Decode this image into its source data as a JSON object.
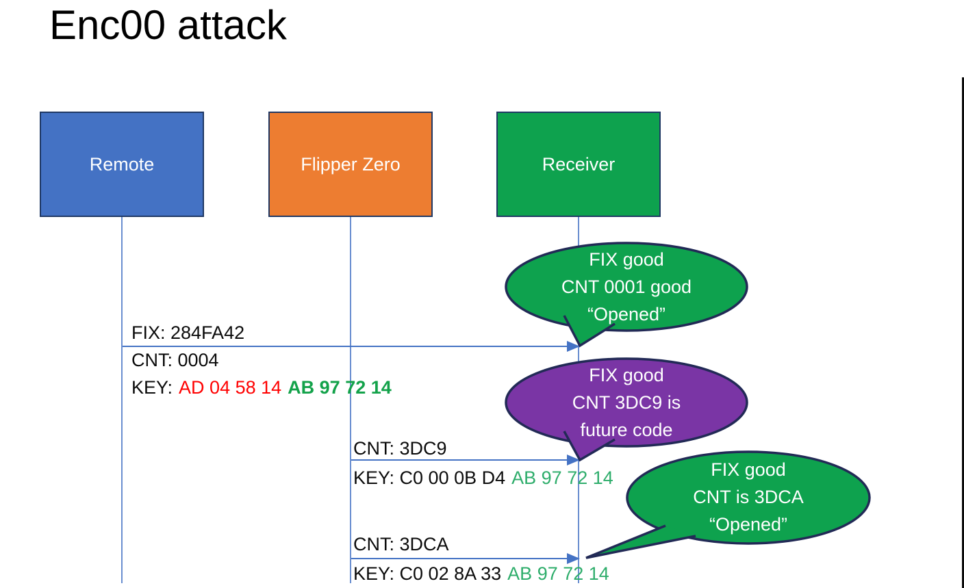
{
  "title": "Enc00 attack",
  "colors": {
    "blue": "#4472C4",
    "orange": "#ED7D31",
    "green": "#0EA24E",
    "purple": "#7A35A5",
    "navy": "#1F3864",
    "bubble_border": "#222A56",
    "arrow_blue": "#4472C4",
    "red": "#FF0000",
    "key_green_bold": "#13A24A",
    "key_green": "#2EAD6B",
    "edge_line": "#0B0B0B",
    "text_black": "#0B0B0B",
    "text_white": "#FFFFFF"
  },
  "actors": [
    {
      "label": "Remote"
    },
    {
      "label": "Flipper Zero"
    },
    {
      "label": "Receiver"
    }
  ],
  "messages": [
    {
      "fix": "FIX: 284FA42",
      "cnt": "CNT: 0004",
      "key_label": "KEY:",
      "key_red": "AD 04 58 14",
      "key_green": "AB 97 72 14"
    },
    {
      "cnt": "CNT: 3DC9",
      "key_black": "KEY: C0 00 0B D4",
      "key_green": "AB 97 72 14"
    },
    {
      "cnt": "CNT: 3DCA",
      "key_black": "KEY: C0 02 8A 33",
      "key_green": "AB 97 72 14"
    }
  ],
  "bubbles": [
    {
      "lines": [
        "FIX good",
        "CNT 0001 good",
        "“Opened”"
      ]
    },
    {
      "lines": [
        "FIX good",
        "CNT 3DC9 is",
        "future code"
      ]
    },
    {
      "lines": [
        "FIX good",
        "CNT is 3DCA",
        "“Opened”"
      ]
    }
  ]
}
